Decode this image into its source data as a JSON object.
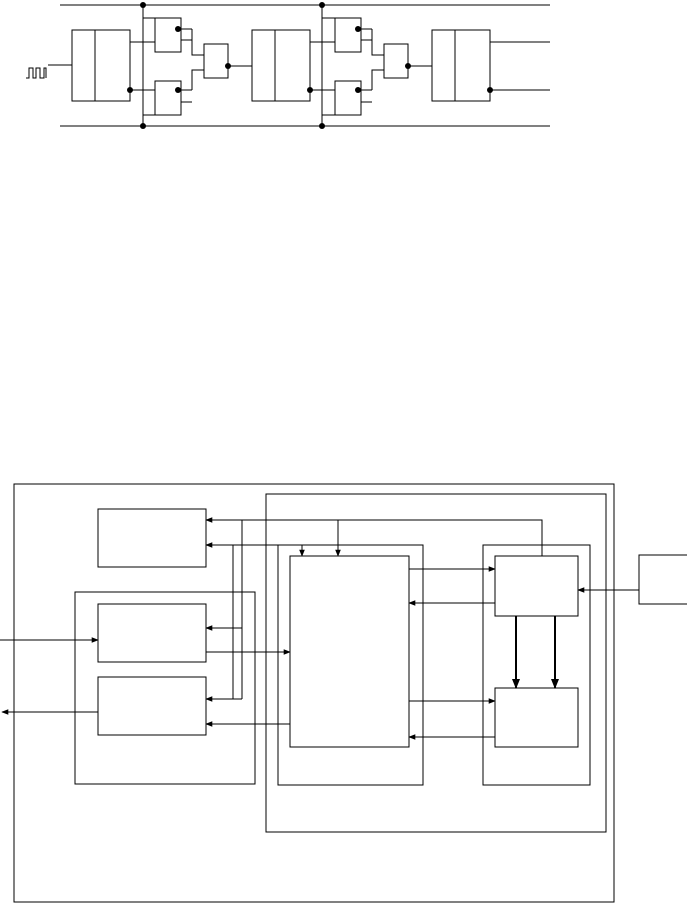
{
  "page": {
    "background": "#ffffff",
    "ink_color": "#000000"
  },
  "circuit_diagram": {
    "input_signal": "square-pulse-train",
    "stages": [
      {
        "id": "stage-1",
        "output_taps": 2
      },
      {
        "id": "stage-2",
        "output_taps": 2
      },
      {
        "id": "stage-3",
        "output_taps": 2
      }
    ],
    "gates_per_interstage": 3,
    "power_rails": 2
  },
  "block_diagram": {
    "frames": [
      "outer-frame",
      "left-module-frame",
      "right-module-frame",
      "center-column-frame",
      "right-column-frame"
    ],
    "blocks": [
      "top-left-block",
      "left-upper-block",
      "left-lower-block",
      "center-processor-block",
      "right-upper-block",
      "right-lower-block",
      "external-block"
    ],
    "external_input": "left-input-arrow",
    "external_output": "left-output-arrow"
  }
}
